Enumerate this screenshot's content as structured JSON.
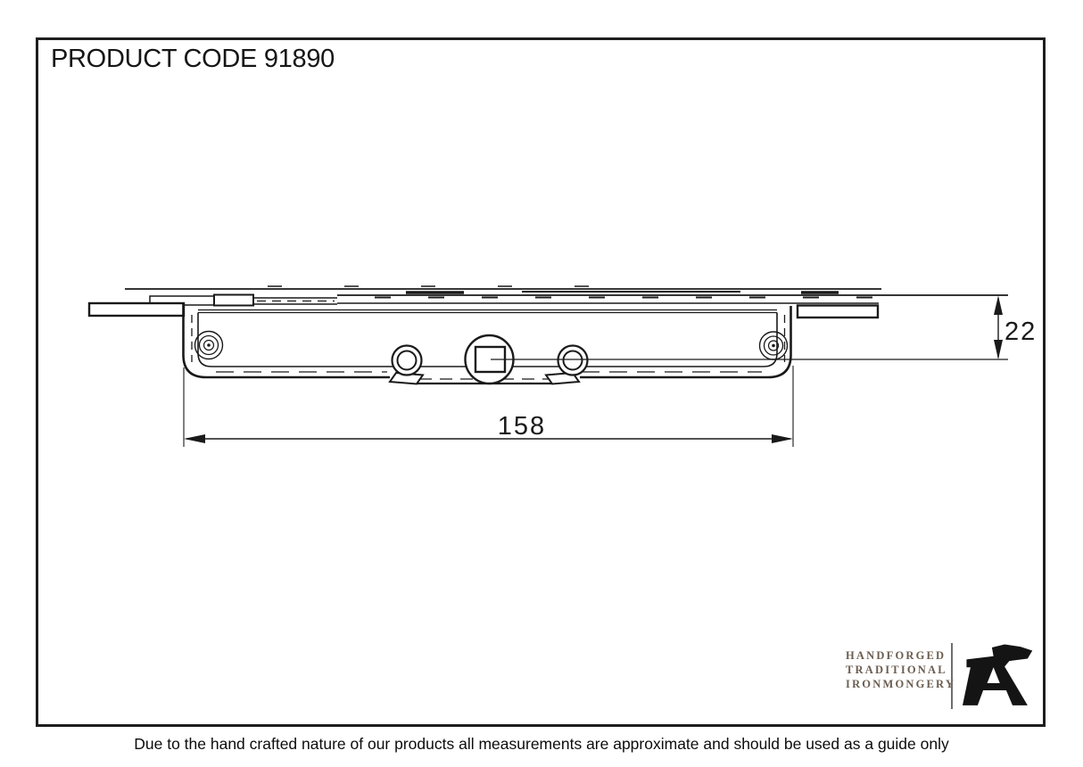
{
  "title": "PRODUCT CODE 91890",
  "product": {
    "code": "91890"
  },
  "drawing": {
    "name": "window-gearbox-claw-side-profile",
    "width_mm": "158",
    "height_mm": "22",
    "line_color": "#1a1a1a"
  },
  "logo": {
    "lines": [
      "HANDFORGED",
      "TRADITIONAL",
      "IRONMONGERY"
    ],
    "text_color": "#6b5d4f",
    "icon": "anvil-icon",
    "icon_color": "#141414"
  },
  "disclaimer": "Due to the hand crafted nature of our products all measurements are approximate and should be used as a guide only",
  "colors": {
    "background": "#ffffff",
    "frame_border": "#1e1e1e"
  }
}
